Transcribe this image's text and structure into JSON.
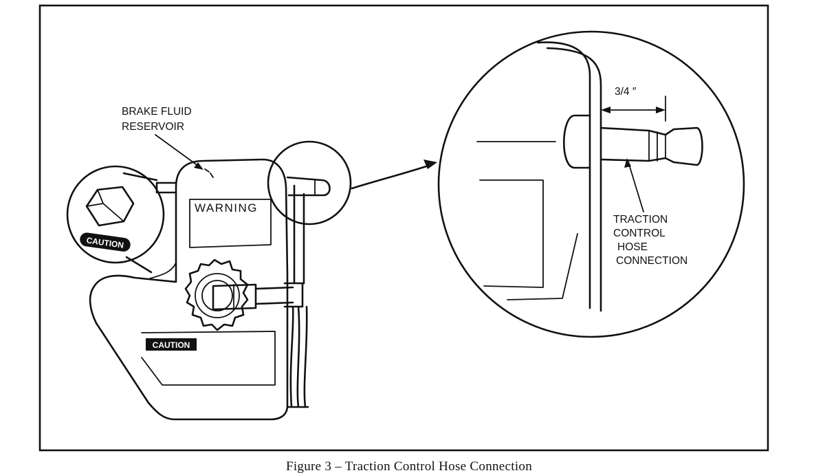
{
  "labels": {
    "reservoir_line1": "BRAKE FLUID",
    "reservoir_line2": "RESERVOIR",
    "dimension": "3/4 ″",
    "hose_line1": "TRACTION",
    "hose_line2": "CONTROL",
    "hose_line3": "HOSE",
    "hose_line4": "CONNECTION",
    "warning": "WARNING",
    "caution_cap": "CAUTION",
    "caution_body": "CAUTION"
  },
  "caption": "Figure 3 – Traction Control Hose Connection"
}
